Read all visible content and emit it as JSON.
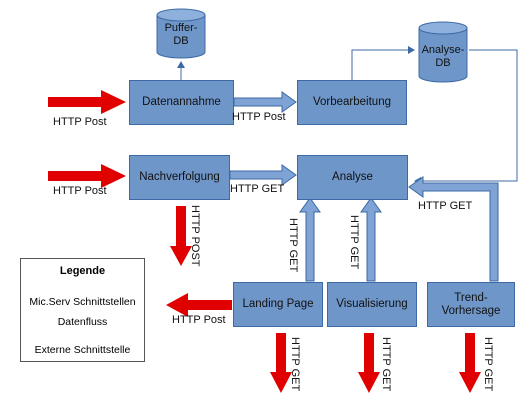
{
  "colors": {
    "box_fill": "#6f96c9",
    "box_stroke": "#3d6aa5",
    "internal_arrow": "#7ea3d4",
    "external_arrow": "#e00000"
  },
  "databases": {
    "puffer": "Puffer-DB",
    "analyse": "Analyse-DB"
  },
  "services": {
    "datenannahme": "Datenannahme",
    "vorbearbeitung": "Vorbearbeitung",
    "nachverfolgung": "Nachverfolgung",
    "analyse": "Analyse",
    "landing_page": "Landing Page",
    "visualisierung": "Visualisierung",
    "trend_vorhersage": "Trend-Vorhersage"
  },
  "labels": {
    "http_post_in1": "HTTP Post",
    "http_post_dat_vor": "HTTP Post",
    "http_post_in2": "HTTP Post",
    "http_get_nach_ana": "HTTP GET",
    "http_post_nach_out": "HTTP POST",
    "http_get_land_ana": "HTTP GET",
    "http_get_vis_ana": "HTTP GET",
    "http_get_trend_ana": "HTTP GET",
    "http_post_land_out": "HTTP Post",
    "http_get_land_out": "HTTP GET",
    "http_get_vis_out": "HTTP GET",
    "http_get_trend_out": "HTTP GET"
  },
  "legend": {
    "title": "Legende",
    "items": [
      "Mic.Serv Schnittstellen",
      "Datenfluss",
      "Externe Schnittstelle"
    ]
  }
}
